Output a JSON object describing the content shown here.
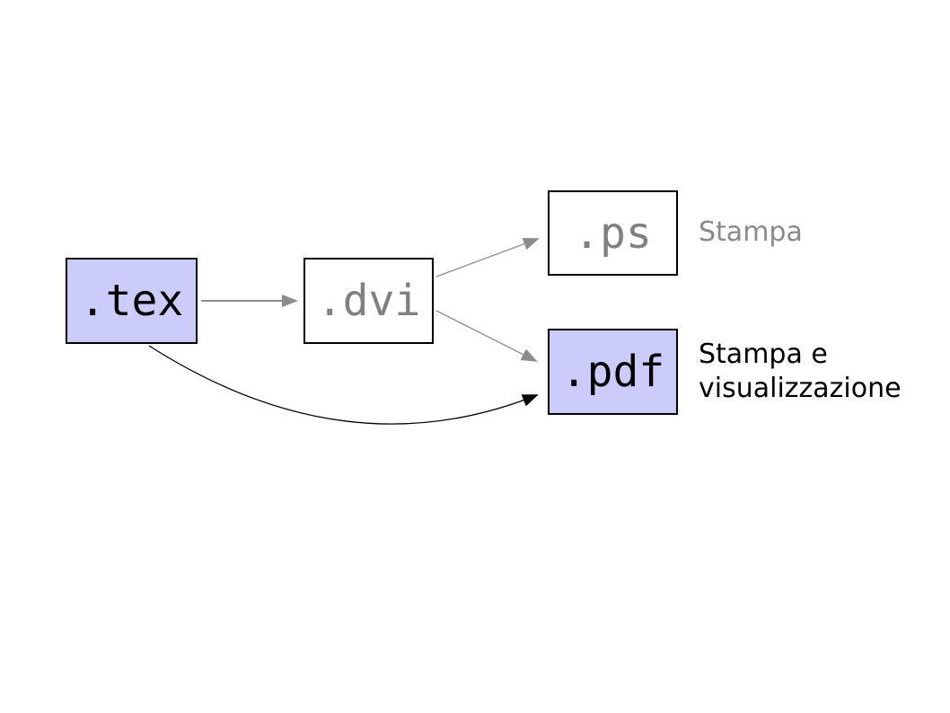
{
  "diagram": {
    "background": "#ffffff",
    "nodes": [
      {
        "id": "tex",
        "label": ".tex",
        "fill": "#ccccfa",
        "text_color": "#000000",
        "border_color": "#000000"
      },
      {
        "id": "dvi",
        "label": ".dvi",
        "fill": "#ffffff",
        "text_color": "#808080",
        "border_color": "#000000"
      },
      {
        "id": "ps",
        "label": ".ps",
        "fill": "#ffffff",
        "text_color": "#808080",
        "border_color": "#000000"
      },
      {
        "id": "pdf",
        "label": ".pdf",
        "fill": "#ccccfa",
        "text_color": "#000000",
        "border_color": "#000000"
      }
    ],
    "annotations": [
      {
        "target": "ps",
        "text": "Stampa",
        "color": "#8a8a8a"
      },
      {
        "target": "pdf",
        "text": "Stampa e visualizzazione",
        "color": "#000000"
      }
    ],
    "edges": [
      {
        "from": "tex",
        "to": "dvi",
        "style": "straight",
        "color": "#8c8c8c"
      },
      {
        "from": "dvi",
        "to": "ps",
        "style": "straight",
        "color": "#8c8c8c"
      },
      {
        "from": "dvi",
        "to": "pdf",
        "style": "straight",
        "color": "#8c8c8c"
      },
      {
        "from": "tex",
        "to": "pdf",
        "style": "curved",
        "color": "#000000"
      }
    ]
  }
}
